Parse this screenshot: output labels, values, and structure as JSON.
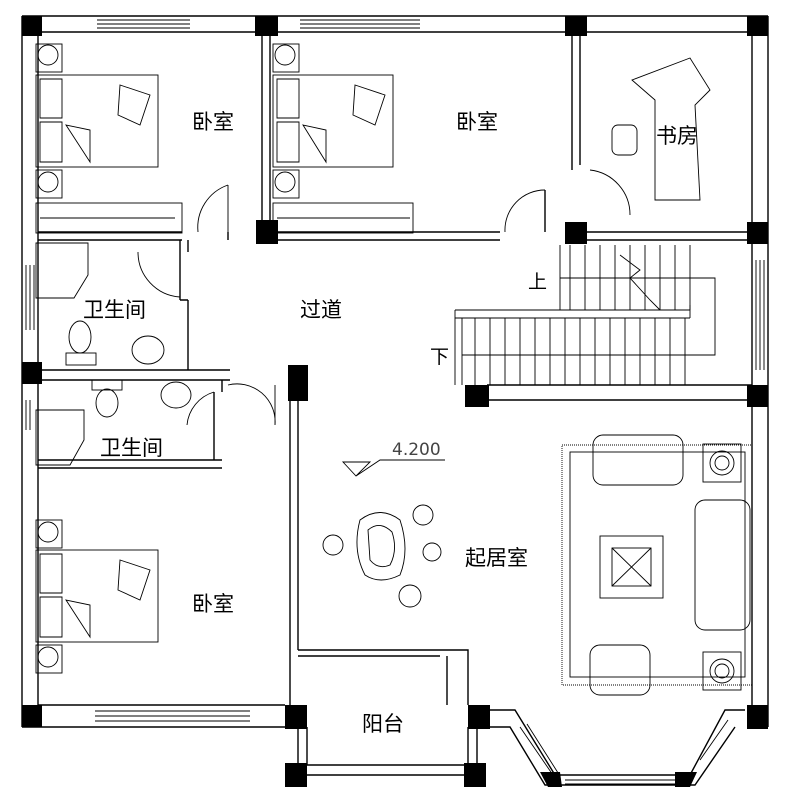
{
  "rooms": {
    "bedroom_1": "卧室",
    "bedroom_2": "卧室",
    "study": "书房",
    "bathroom_1": "卫生间",
    "corridor": "过道",
    "stair_up": "上",
    "stair_down": "下",
    "bathroom_2": "卫生间",
    "living_room": "起居室",
    "bedroom_3": "卧室",
    "balcony": "阳台"
  },
  "elevation": "4.200"
}
